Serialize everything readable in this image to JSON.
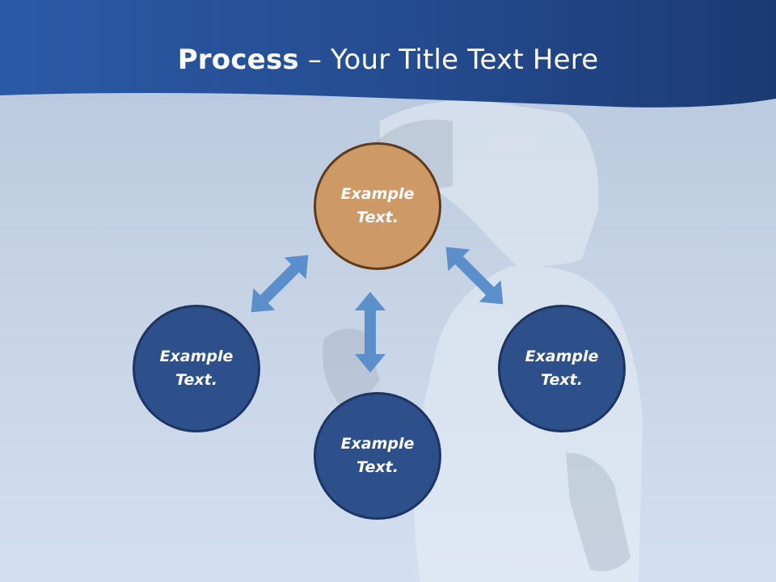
{
  "slide": {
    "title_strong": "Process",
    "title_rest": " – Your Title Text Here"
  },
  "colors": {
    "header": "#2a58a4",
    "node_blue": "#2d4f8a",
    "node_accent": "#cd9966",
    "arrow": "#5b8fcc"
  },
  "nodes": [
    {
      "id": "top",
      "line1": "Example",
      "line2": "Text."
    },
    {
      "id": "left",
      "line1": "Example",
      "line2": "Text."
    },
    {
      "id": "right",
      "line1": "Example",
      "line2": "Text."
    },
    {
      "id": "bottom",
      "line1": "Example",
      "line2": "Text."
    }
  ]
}
